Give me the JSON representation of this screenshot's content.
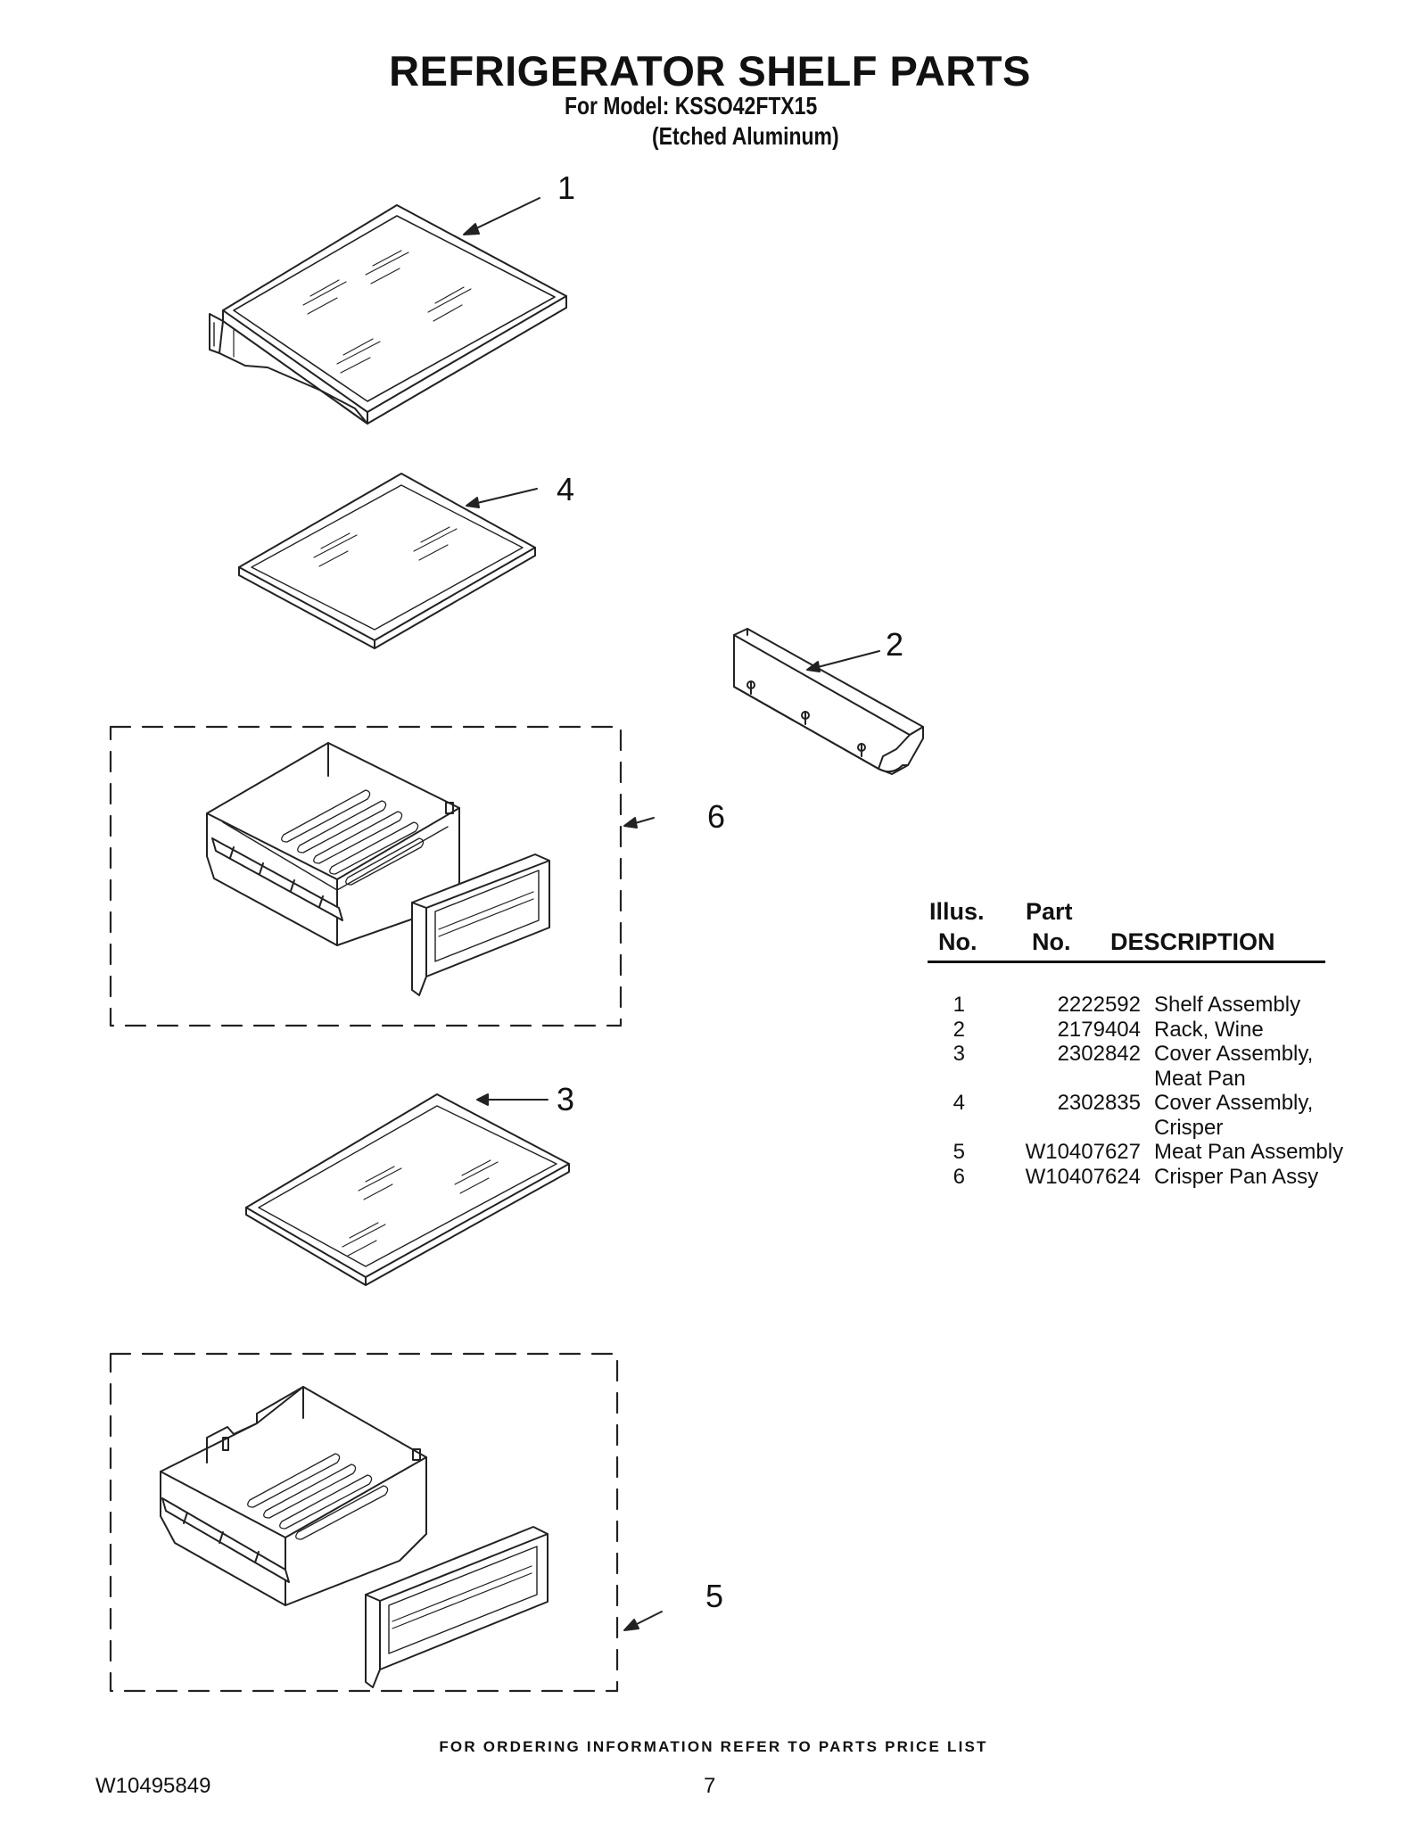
{
  "header": {
    "title": "REFRIGERATOR SHELF PARTS",
    "model_line": "For Model: KSSO42FTX15",
    "finish_line": "(Etched Aluminum)"
  },
  "callouts": [
    "1",
    "4",
    "2",
    "6",
    "3",
    "5"
  ],
  "parts_table": {
    "col_illus_1": "Illus.",
    "col_illus_2": "No.",
    "col_part_1": "Part",
    "col_part_2": "No.",
    "col_desc": "DESCRIPTION",
    "rows": [
      {
        "illus": "1",
        "part": "2222592",
        "desc": "Shelf Assembly"
      },
      {
        "illus": "2",
        "part": "2179404",
        "desc": "Rack, Wine"
      },
      {
        "illus": "3",
        "part": "2302842",
        "desc": "Cover Assembly,"
      },
      {
        "illus": "",
        "part": "",
        "desc": "Meat Pan"
      },
      {
        "illus": "4",
        "part": "2302835",
        "desc": "Cover Assembly,"
      },
      {
        "illus": "",
        "part": "",
        "desc": "Crisper"
      },
      {
        "illus": "5",
        "part": "W10407627",
        "desc": "Meat Pan Assembly"
      },
      {
        "illus": "6",
        "part": "W10407624",
        "desc": "Crisper Pan Assy"
      }
    ]
  },
  "footer": {
    "ordering_note": "FOR ORDERING INFORMATION REFER TO PARTS PRICE LIST",
    "document_number": "W10495849",
    "page_number": "7"
  }
}
